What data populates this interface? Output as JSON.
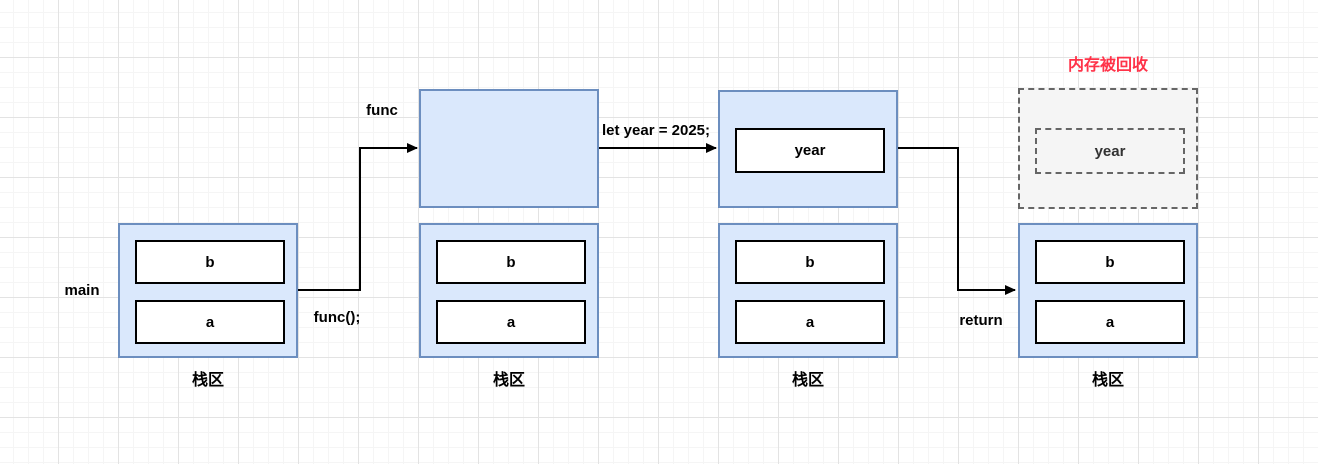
{
  "colors": {
    "frame_fill": "#dae8fc",
    "frame_border": "#6c8ebf",
    "cell_fill": "#ffffff",
    "cell_border": "#000000",
    "freed_fill": "#f5f5f5",
    "freed_border": "#666666",
    "freed_text": "#333333",
    "text": "#000000",
    "arrow": "#000000",
    "freed_note": "#ff3349",
    "grid_minor": "#f5f5f5",
    "grid_major": "#e3e3e3"
  },
  "annotations": {
    "caller": "main",
    "call_statement": "func();",
    "function_name": "func",
    "assignment": "let year = 2025;",
    "return_keyword": "return",
    "freed_note": "内存被回收"
  },
  "groups": [
    {
      "id": "main-stack",
      "frame_cells": [],
      "stack_cells": [
        "b",
        "a"
      ],
      "stack_label": "栈区"
    },
    {
      "id": "func-frame",
      "frame_cells": [],
      "stack_cells": [
        "b",
        "a"
      ],
      "stack_label": "栈区"
    },
    {
      "id": "year-frame",
      "frame_cells": [
        "year"
      ],
      "stack_cells": [
        "b",
        "a"
      ],
      "stack_label": "栈区"
    },
    {
      "id": "freed-frame",
      "frame_cells": [
        "year"
      ],
      "stack_cells": [
        "b",
        "a"
      ],
      "stack_label": "栈区"
    }
  ]
}
